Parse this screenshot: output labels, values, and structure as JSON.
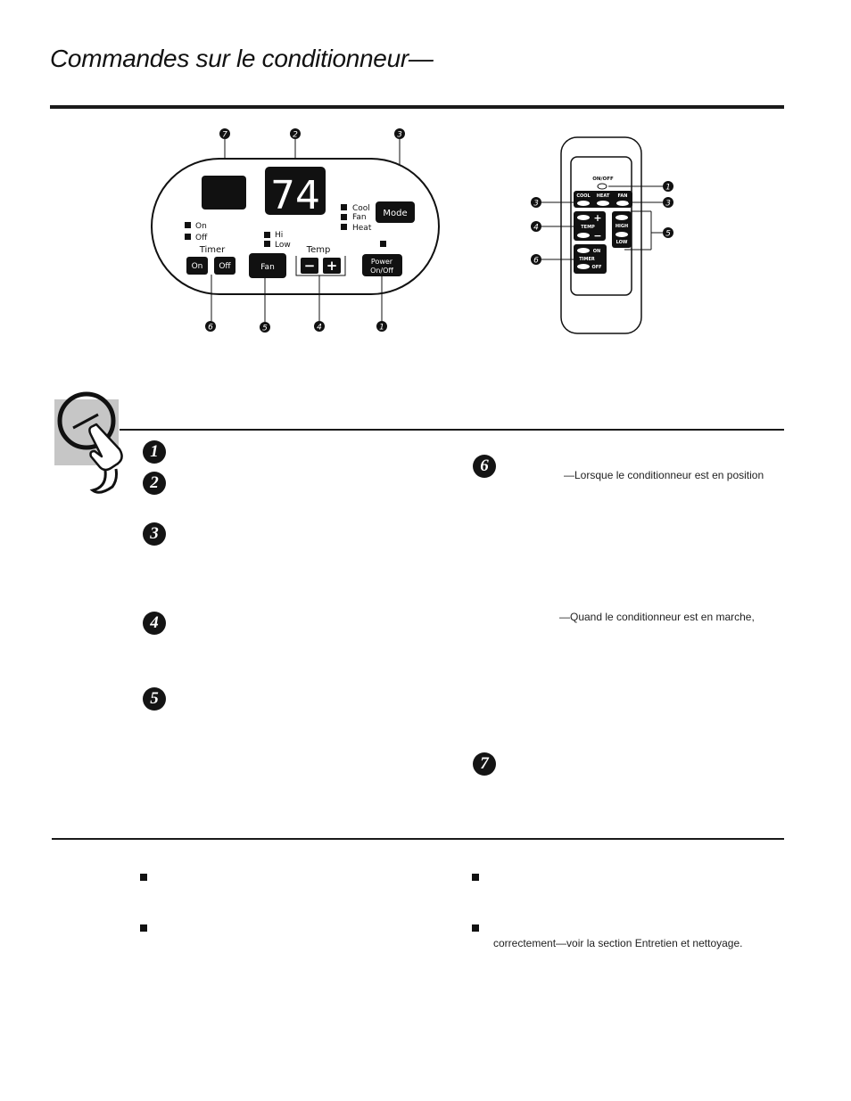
{
  "page": {
    "title": "Commandes sur le conditionneur—"
  },
  "panel": {
    "display_value": "74",
    "callouts_top": [
      "7",
      "2",
      "3"
    ],
    "callouts_bottom": [
      "6",
      "5",
      "4",
      "1"
    ],
    "timer_indicators": [
      "On",
      "Off"
    ],
    "timer_label": "Timer",
    "timer_on_button": "On",
    "timer_off_button": "Off",
    "fan_indicators": [
      "Hi",
      "Low"
    ],
    "fan_button": "Fan",
    "temp_label": "Temp",
    "temp_minus": "−",
    "temp_plus": "+",
    "mode_indicators": [
      "Cool",
      "Fan",
      "Heat"
    ],
    "mode_button": "Mode",
    "power_button_line1": "Power",
    "power_button_line2": "On/Off"
  },
  "remote": {
    "on_off_label": "ON/OFF",
    "mode_labels": [
      "COOL",
      "HEAT",
      "FAN"
    ],
    "temp_label": "TEMP",
    "temp_plus": "+",
    "temp_minus": "−",
    "speed_high": "HIGH",
    "speed_low": "LOW",
    "timer_on": "ON",
    "timer_label": "TIMER",
    "timer_off": "OFF",
    "callouts_left": [
      "3",
      "4",
      "6"
    ],
    "callouts_right": [
      "1",
      "3",
      "5"
    ]
  },
  "section": {
    "badges_left": [
      "1",
      "2",
      "3",
      "4",
      "5"
    ],
    "badges_right": [
      "6",
      "7"
    ],
    "text_6": "—Lorsque le conditionneur est en position",
    "text_marche": "—Quand le conditionneur est en marche,"
  },
  "notes": {
    "right_note_2": "correctement—voir la section Entretien et nettoyage."
  }
}
